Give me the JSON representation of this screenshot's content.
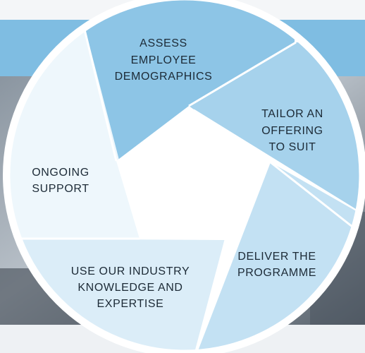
{
  "colors": {
    "header_band": "#7fbde2",
    "divider": "#ffffff",
    "label_text": "#1c2a36"
  },
  "segments": [
    {
      "id": "assess",
      "lines": [
        "ASSESS",
        "EMPLOYEE",
        "DEMOGRAPHICS"
      ],
      "color": "#8dc5e6"
    },
    {
      "id": "tailor",
      "lines": [
        "TAILOR AN",
        "OFFERING",
        "TO SUIT"
      ],
      "color": "#a6d2ec"
    },
    {
      "id": "deliver",
      "lines": [
        "DELIVER THE",
        "PROGRAMME"
      ],
      "color": "#c3e1f3"
    },
    {
      "id": "use",
      "lines": [
        "USE OUR INDUSTRY",
        "KNOWLEDGE AND",
        "EXPERTISE"
      ],
      "color": "#dbedf8"
    },
    {
      "id": "ongoing",
      "lines": [
        "ONGOING",
        "SUPPORT"
      ],
      "color": "#eef7fc"
    }
  ]
}
